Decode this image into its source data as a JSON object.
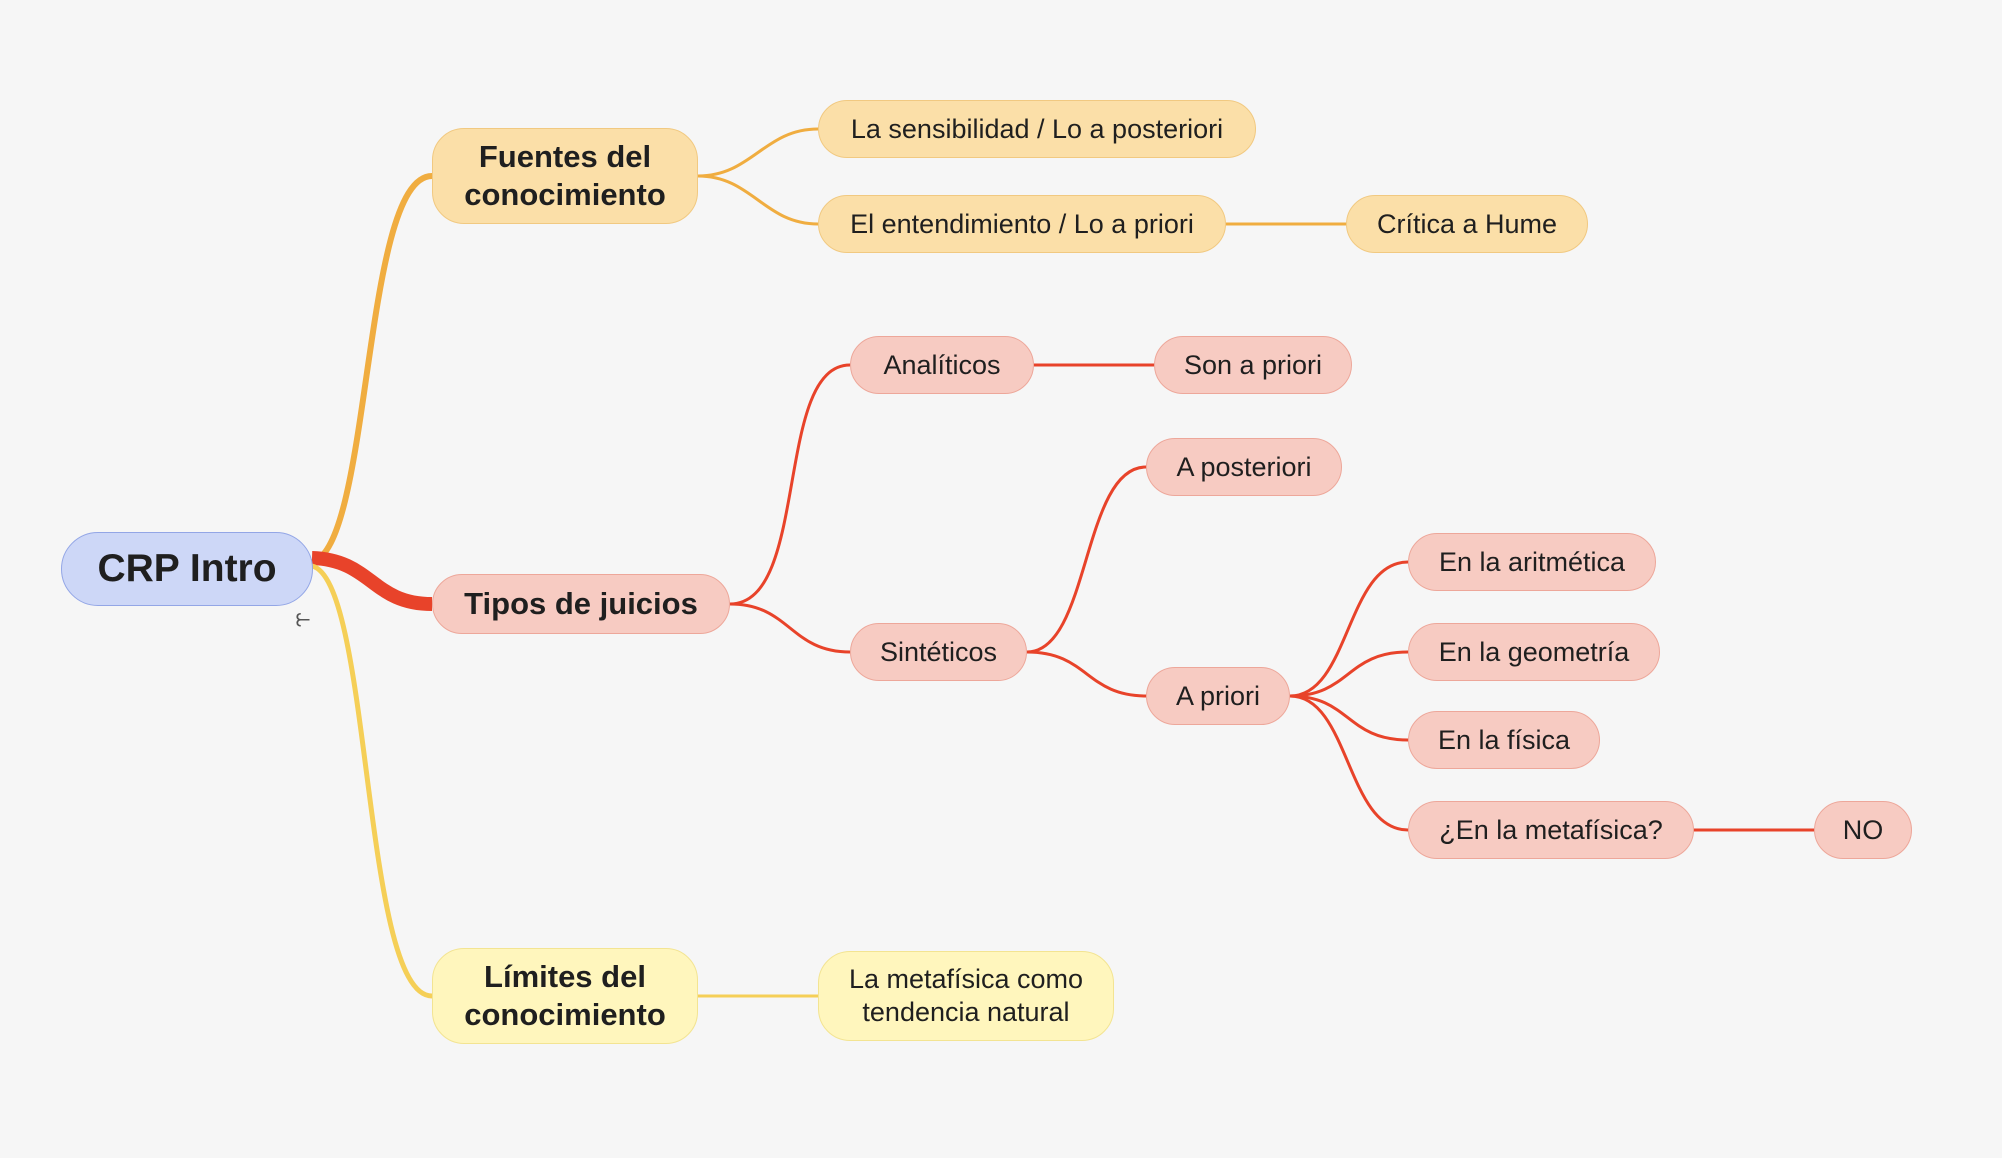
{
  "colors": {
    "background": "#f6f6f6",
    "root": "#cdd7f7",
    "orange": "#f0ad40",
    "red": "#e8432a",
    "yellow": "#f5cf57"
  },
  "root": {
    "label": "CRP Intro"
  },
  "branches": {
    "fuentes": {
      "label": "Fuentes del\nconocimiento",
      "sensibilidad": "La sensibilidad / Lo a posteriori",
      "entendimiento": "El entendimiento / Lo a priori",
      "hume": "Crítica a Hume"
    },
    "tipos": {
      "label": "Tipos de juicios",
      "analiticos": "Analíticos",
      "son_a_priori": "Son a priori",
      "sinteticos": "Sintéticos",
      "a_posteriori": "A posteriori",
      "a_priori": "A priori",
      "aritmetica": "En la aritmética",
      "geometria": "En la geometría",
      "fisica": "En la física",
      "metafisica": "¿En la metafísica?",
      "no": "NO"
    },
    "limites": {
      "label": "Límites del\nconocimiento",
      "tendencia": "La metafísica como\ntendencia natural"
    }
  },
  "collapse_icon": "⥼"
}
